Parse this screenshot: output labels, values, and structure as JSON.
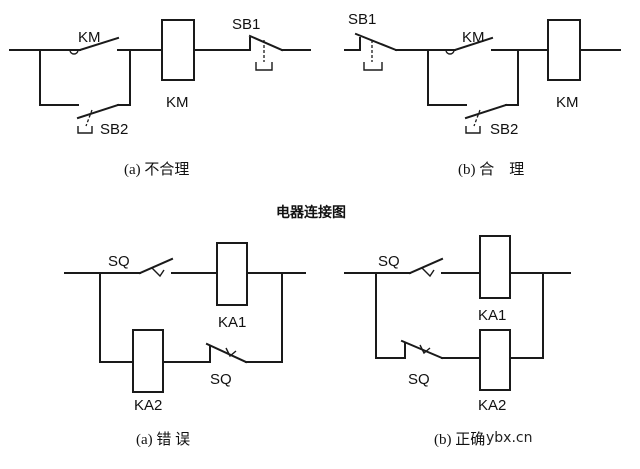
{
  "title": "电器连接图",
  "top_left": {
    "caption": "(a) 不合理",
    "labels": {
      "km_contact": "KM",
      "km_coil": "KM",
      "sb1": "SB1",
      "sb2": "SB2"
    }
  },
  "top_right": {
    "caption": "(b) 合　理",
    "labels": {
      "sb1": "SB1",
      "km_contact": "KM",
      "km_coil": "KM",
      "sb2": "SB2"
    }
  },
  "bottom_left": {
    "caption": "(a) 错 误",
    "labels": {
      "sq_top": "SQ",
      "ka1": "KA1",
      "ka2": "KA2",
      "sq_bottom": "SQ"
    }
  },
  "bottom_right": {
    "caption": "(b) 正确",
    "labels": {
      "sq_top": "SQ",
      "ka1": "KA1",
      "sq_bottom": "SQ",
      "ka2": "KA2"
    }
  },
  "watermark": "ybx.cn"
}
